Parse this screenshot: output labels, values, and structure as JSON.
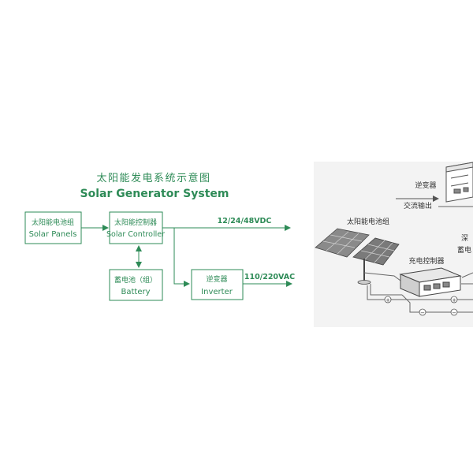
{
  "block_diagram": {
    "title_cn": "太阳能发电系统示意图",
    "title_en": "Solar Generator System",
    "solar_panels": {
      "cn": "太阳能电池组",
      "en": "Solar Panels"
    },
    "controller": {
      "cn": "太阳能控制器",
      "en": "Solar Controller"
    },
    "battery": {
      "cn": "蓄电池（组）",
      "en": "Battery"
    },
    "inverter": {
      "cn": "逆变器",
      "en": "Inverter"
    },
    "dc_output": "12/24/48VDC",
    "ac_output": "110/220VAC"
  },
  "photo": {
    "label_inverter": "逆变器",
    "label_ac_output": "交流输出",
    "label_solar_array": "太阳能电池组",
    "label_charge_controller": "充电控制器",
    "label_edge_1": "深",
    "label_edge_2": "蓄电"
  },
  "colors": {
    "diagram_green": "#2e8b57",
    "sketch_gray": "#6e6e6e"
  }
}
